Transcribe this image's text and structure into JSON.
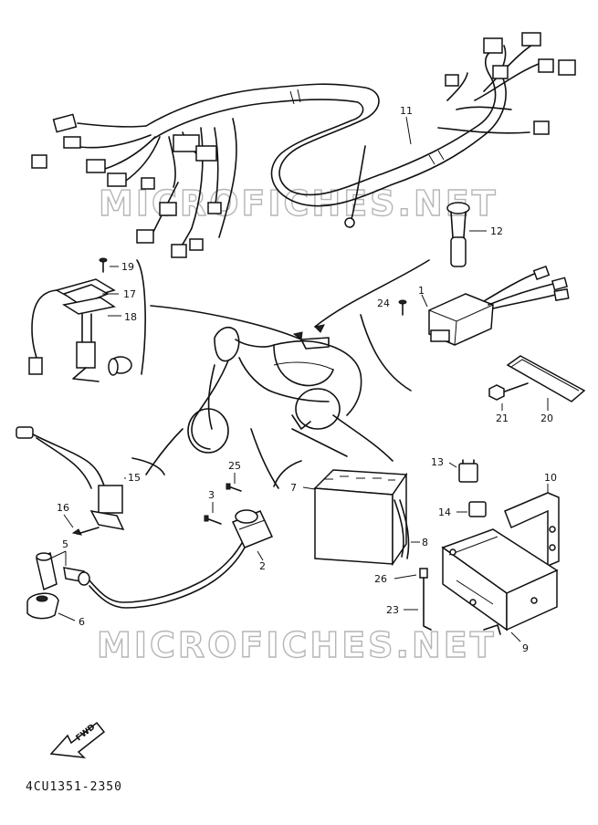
{
  "watermark": "MICROFICHES.NET",
  "diagram_code": "4CU1351-2350",
  "fwd_label": "FWD",
  "labels": {
    "p1": "1",
    "p2": "2",
    "p3": "3",
    "p5": "5",
    "p6": "6",
    "p7": "7",
    "p8": "8",
    "p9": "9",
    "p10": "10",
    "p11": "11",
    "p12": "12",
    "p13": "13",
    "p14": "14",
    "p15": "15",
    "p16": "16",
    "p17": "17",
    "p18": "18",
    "p19": "19",
    "p20": "20",
    "p21": "21",
    "p23": "23",
    "p24": "24",
    "p25": "25",
    "p26": "26"
  }
}
